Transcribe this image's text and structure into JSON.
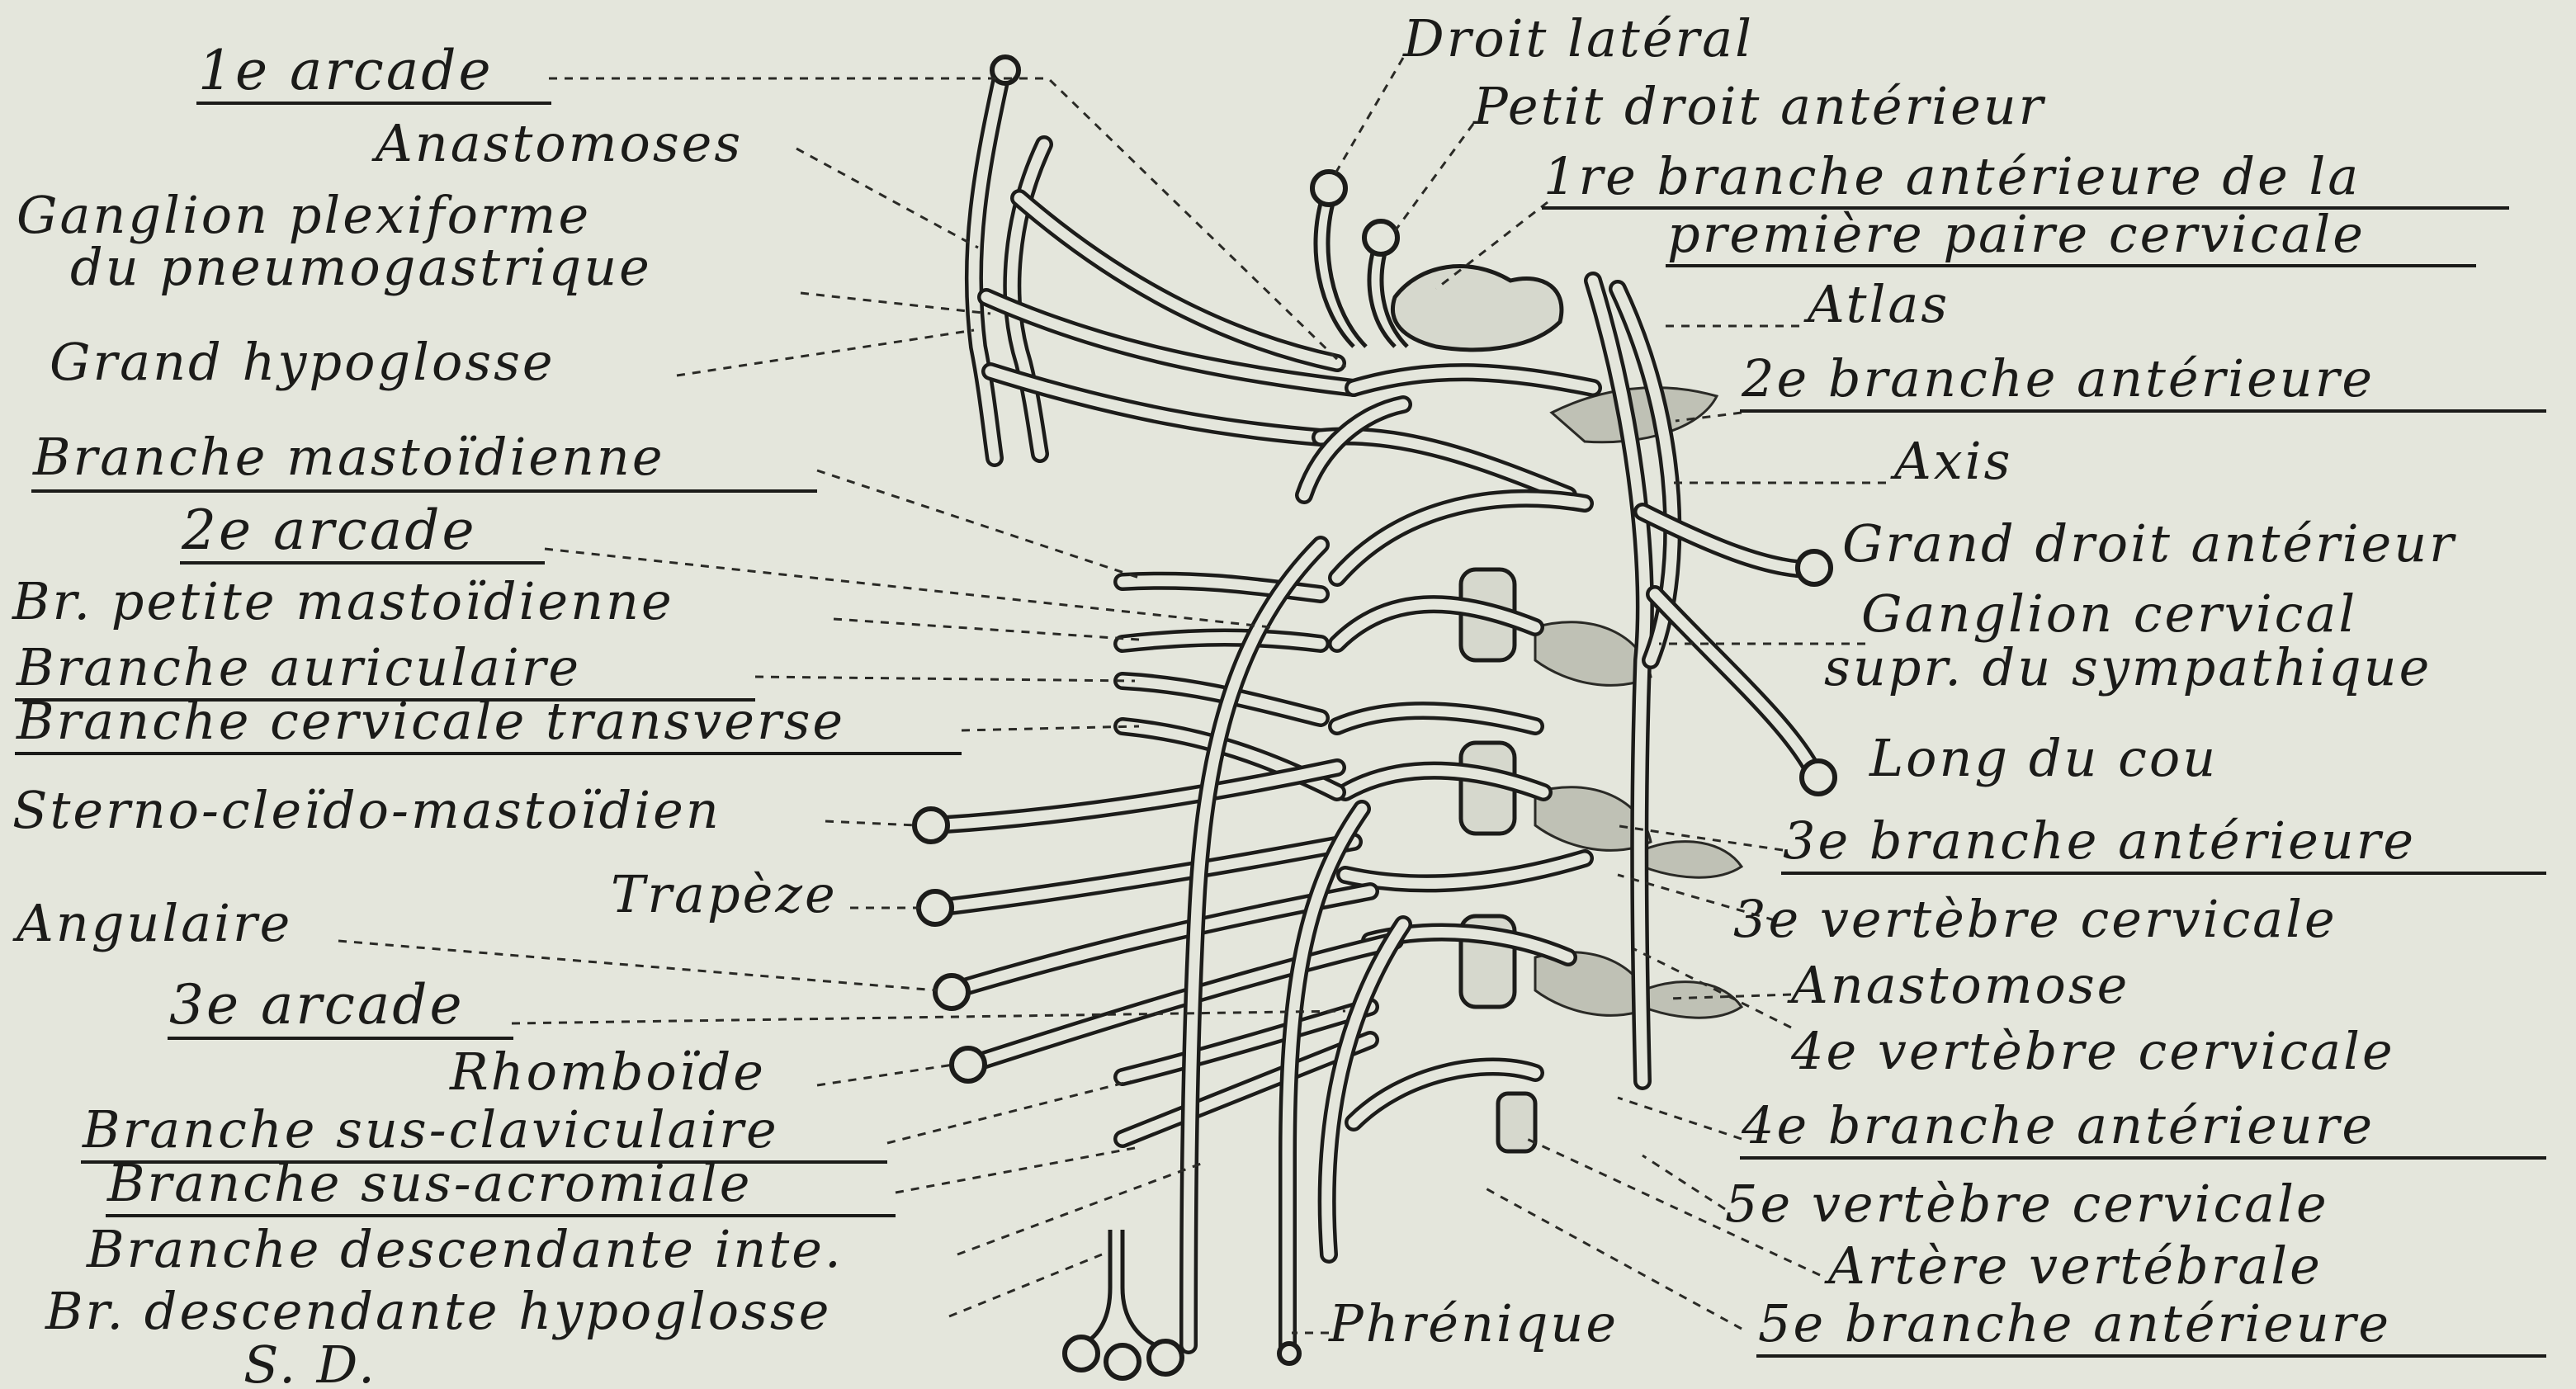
{
  "labels": {
    "arcade1": "1e arcade",
    "anastomoses": "Anastomoses",
    "ganglion_plexiforme_1": "Ganglion plexiforme",
    "ganglion_plexiforme_2": "du pneumogastrique",
    "grand_hypoglosse": "Grand hypoglosse",
    "branche_mastoidienne": "Branche mastoïdienne",
    "arcade2": "2e arcade",
    "br_petite_mastoidienne": "Br. petite mastoïdienne",
    "branche_auriculaire": "Branche auriculaire",
    "branche_cervicale_transverse": "Branche cervicale transverse",
    "sterno_cleido": "Sterno-cleïdo-mastoïdien",
    "trapeze": "Trapèze",
    "angulaire": "Angulaire",
    "arcade3": "3e arcade",
    "rhomboide": "Rhomboïde",
    "branche_sus_claviculaire": "Branche sus-claviculaire",
    "branche_sus_acromiale": "Branche sus-acromiale",
    "branche_descendante_int": "Branche descendante inte.",
    "br_descendante_hypoglosse": "Br. descendante hypoglosse",
    "signature": "S. D.",
    "droit_lateral": "Droit latéral",
    "petit_droit_anterieur": "Petit droit antérieur",
    "branche1_line1": "1re branche antérieure de la",
    "branche1_line2": "première paire cervicale",
    "atlas": "Atlas",
    "branche2": "2e branche antérieure",
    "axis": "Axis",
    "grand_droit_anterieur": "Grand droit antérieur",
    "ganglion_cervical_1": "Ganglion cervical",
    "ganglion_cervical_2": "supr. du sympathique",
    "long_du_cou": "Long du cou",
    "branche3": "3e branche antérieure",
    "vertebre3": "3e vertèbre cervicale",
    "anastomose": "Anastomose",
    "vertebre4": "4e vertèbre cervicale",
    "branche4": "4e branche antérieure",
    "vertebre5": "5e vertèbre cervicale",
    "artere_vertebrale": "Artère vertébrale",
    "phrenique": "Phrénique",
    "branche5": "5e branche antérieure"
  },
  "colors": {
    "background": "#e4e6dc",
    "ink": "#1c1c1a"
  }
}
